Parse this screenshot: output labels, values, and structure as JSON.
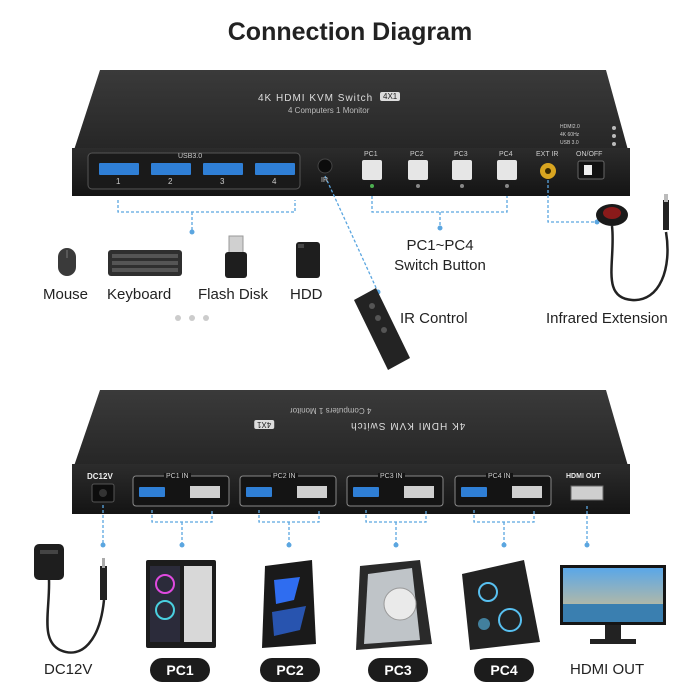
{
  "title": "Connection Diagram",
  "front_panel": {
    "device_name": "4K HDMI KVM Switch",
    "badge": "4X1",
    "subtitle": "4 Computers 1 Monitor",
    "usb_label": "USB3.0",
    "ports": [
      "1",
      "2",
      "3",
      "4"
    ],
    "ir_label": "IR",
    "buttons": [
      "PC1",
      "PC2",
      "PC3",
      "PC4"
    ],
    "ext_ir_label": "EXT IR",
    "power_label": "ON/OFF",
    "specs": [
      "HDMI2.0",
      "4K 60Hz",
      "USB 3.0"
    ]
  },
  "back_panel": {
    "device_name": "4K HDMI KVM Switch",
    "badge": "4X1",
    "subtitle": "4 Computers 1 Monitor",
    "power_label": "DC12V",
    "inputs": [
      "PC1 IN",
      "PC2 IN",
      "PC3 IN",
      "PC4 IN"
    ],
    "output_label": "HDMI OUT"
  },
  "peripherals": [
    "Mouse",
    "Keyboard",
    "Flash Disk",
    "HDD"
  ],
  "switch_button_label": [
    "PC1~PC4",
    "Switch Button"
  ],
  "ir_control_label": "IR Control",
  "infrared_extension_label": "Infrared Extension",
  "bottom_labels": {
    "power": "DC12V",
    "computers": [
      "PC1",
      "PC2",
      "PC3",
      "PC4"
    ],
    "monitor": "HDMI OUT"
  },
  "colors": {
    "accent_dashed": "#5ba6e0",
    "usb_blue": "#2f7fd6",
    "device_body": "#2a2a2a",
    "ir_jack": "#d9a520"
  }
}
